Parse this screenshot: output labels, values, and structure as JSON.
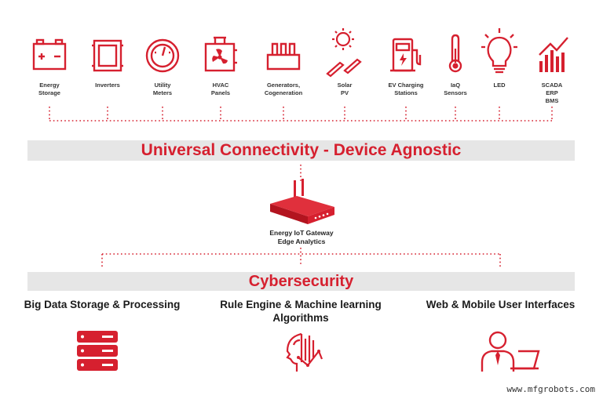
{
  "colors": {
    "accent": "#d6202f",
    "band": "#e6e6e6",
    "text": "#222222"
  },
  "devices": [
    {
      "icon": "battery-icon",
      "label": "Energy\nStorage"
    },
    {
      "icon": "inverter-icon",
      "label": "Inverters"
    },
    {
      "icon": "meter-icon",
      "label": "Utility\nMeters"
    },
    {
      "icon": "hvac-icon",
      "label": "HVAC\nPanels"
    },
    {
      "icon": "generator-icon",
      "label": "Generators,\nCogeneration"
    },
    {
      "icon": "solar-icon",
      "label": "Solar\nPV"
    },
    {
      "icon": "ev-charger-icon",
      "label": "EV Charging\nStations"
    },
    {
      "icon": "thermometer-icon",
      "label": "IaQ\nSensors"
    },
    {
      "icon": "bulb-icon",
      "label": "LED"
    },
    {
      "icon": "chart-icon",
      "label": "SCADA\nERP\nBMS"
    }
  ],
  "connectivity_band": "Universal Connectivity - Device Agnostic",
  "gateway": {
    "icon": "gateway-router-icon",
    "label": "Energy IoT Gateway\nEdge Analytics"
  },
  "security_band": "Cybersecurity",
  "layers": [
    {
      "icon": "server-stack-icon",
      "label": "Big Data Storage & Processing"
    },
    {
      "icon": "ai-head-icon",
      "label": "Rule Engine & Machine learning\nAlgorithms"
    },
    {
      "icon": "user-laptop-icon",
      "label": "Web & Mobile User Interfaces"
    }
  ],
  "watermark": "www.mfgrobots.com"
}
